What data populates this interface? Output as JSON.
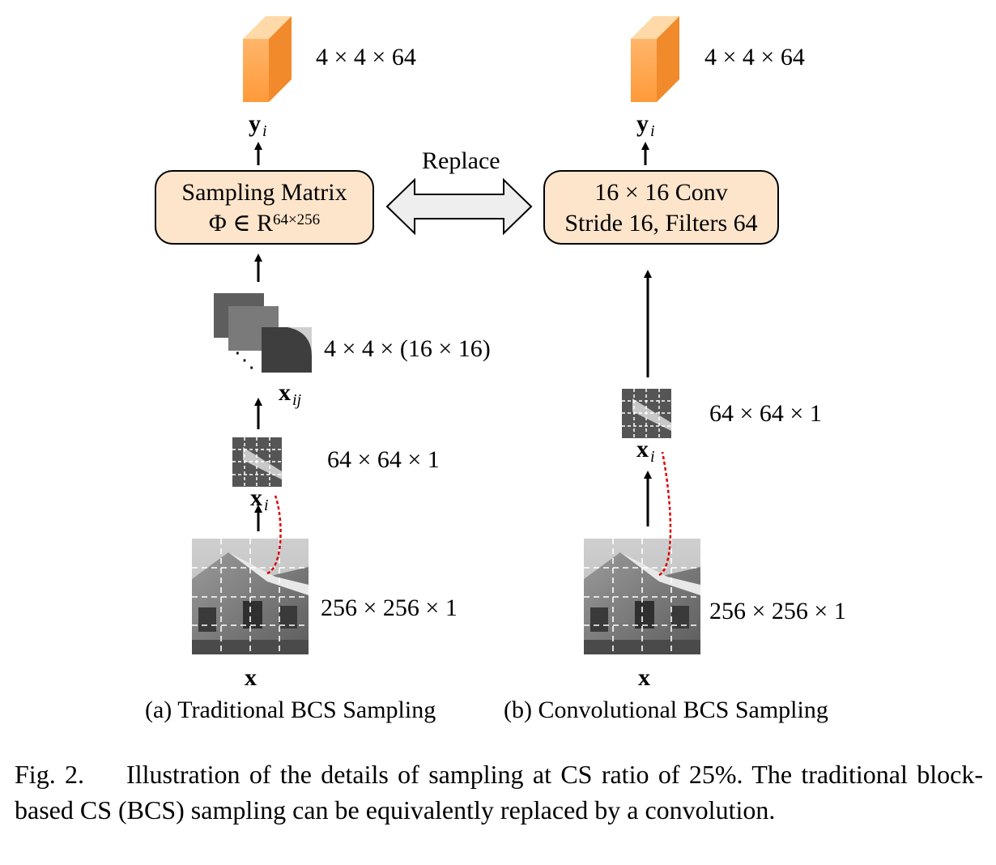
{
  "left": {
    "output_dim": "4 × 4 × 64",
    "output_var": "y",
    "output_sub": "i",
    "box_line1": "Sampling Matrix",
    "box_line2": "Φ ∈ R",
    "box_sup": "64×256",
    "blocks_dim": "4 × 4 × (16 × 16)",
    "blocks_var": "x",
    "blocks_sub": "ij",
    "block_dim": "64 × 64 × 1",
    "block_var": "x",
    "block_sub": "i",
    "image_dim": "256 × 256 × 1",
    "image_var": "x",
    "subcaption": "(a) Traditional BCS Sampling"
  },
  "right": {
    "output_dim": "4 × 4 × 64",
    "output_var": "y",
    "output_sub": "i",
    "box_line1": "16 × 16 Conv",
    "box_line2": "Stride 16, Filters 64",
    "block_dim": "64 × 64 × 1",
    "block_var": "x",
    "block_sub": "i",
    "image_dim": "256 × 256 × 1",
    "image_var": "x",
    "subcaption": "(b) Convolutional BCS Sampling"
  },
  "replace_label": "Replace",
  "ellipsis": "⋱",
  "caption": {
    "fig": "Fig. 2.",
    "text": "Illustration of the details of sampling at CS ratio of 25%. The traditional block-based CS (BCS) sampling can be equivalently replaced by a convolution."
  },
  "colors": {
    "cube_front": "#ffa54c",
    "cube_top": "#ffd9a8",
    "cube_side": "#f08a2a",
    "box_fill": "#fde5cc",
    "arrow_fill": "#eeeeee",
    "dashed_link": "#dd0000"
  }
}
